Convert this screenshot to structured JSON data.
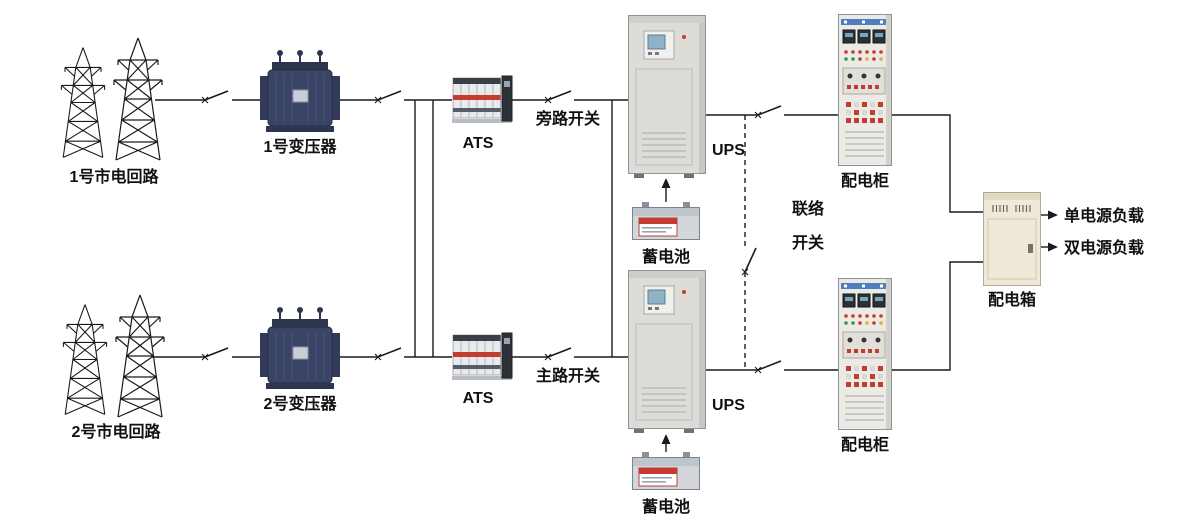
{
  "diagram": {
    "labels": {
      "circuit1": "1号市电回路",
      "circuit2": "2号市电回路",
      "transformer1": "1号变压器",
      "transformer2": "2号变压器",
      "ats1": "ATS",
      "ats2": "ATS",
      "bypass_switch": "旁路开关",
      "main_switch": "主路开关",
      "ups1": "UPS",
      "ups2": "UPS",
      "battery1": "蓄电池",
      "battery2": "蓄电池",
      "tie_switch_line1": "联络",
      "tie_switch_line2": "开关",
      "dist_cabinet1": "配电柜",
      "dist_cabinet2": "配电柜",
      "dist_box": "配电箱",
      "load_single": "单电源负载",
      "load_dual": "双电源负载"
    },
    "colors": {
      "line": "#1a1a1a",
      "transformer_body": "#3a4464",
      "cabinet_blue": "#4f7fbe",
      "indicator_red": "#c43c30",
      "battery_label_red": "#c43c30",
      "screen_blue": "#8fb3c6"
    }
  }
}
